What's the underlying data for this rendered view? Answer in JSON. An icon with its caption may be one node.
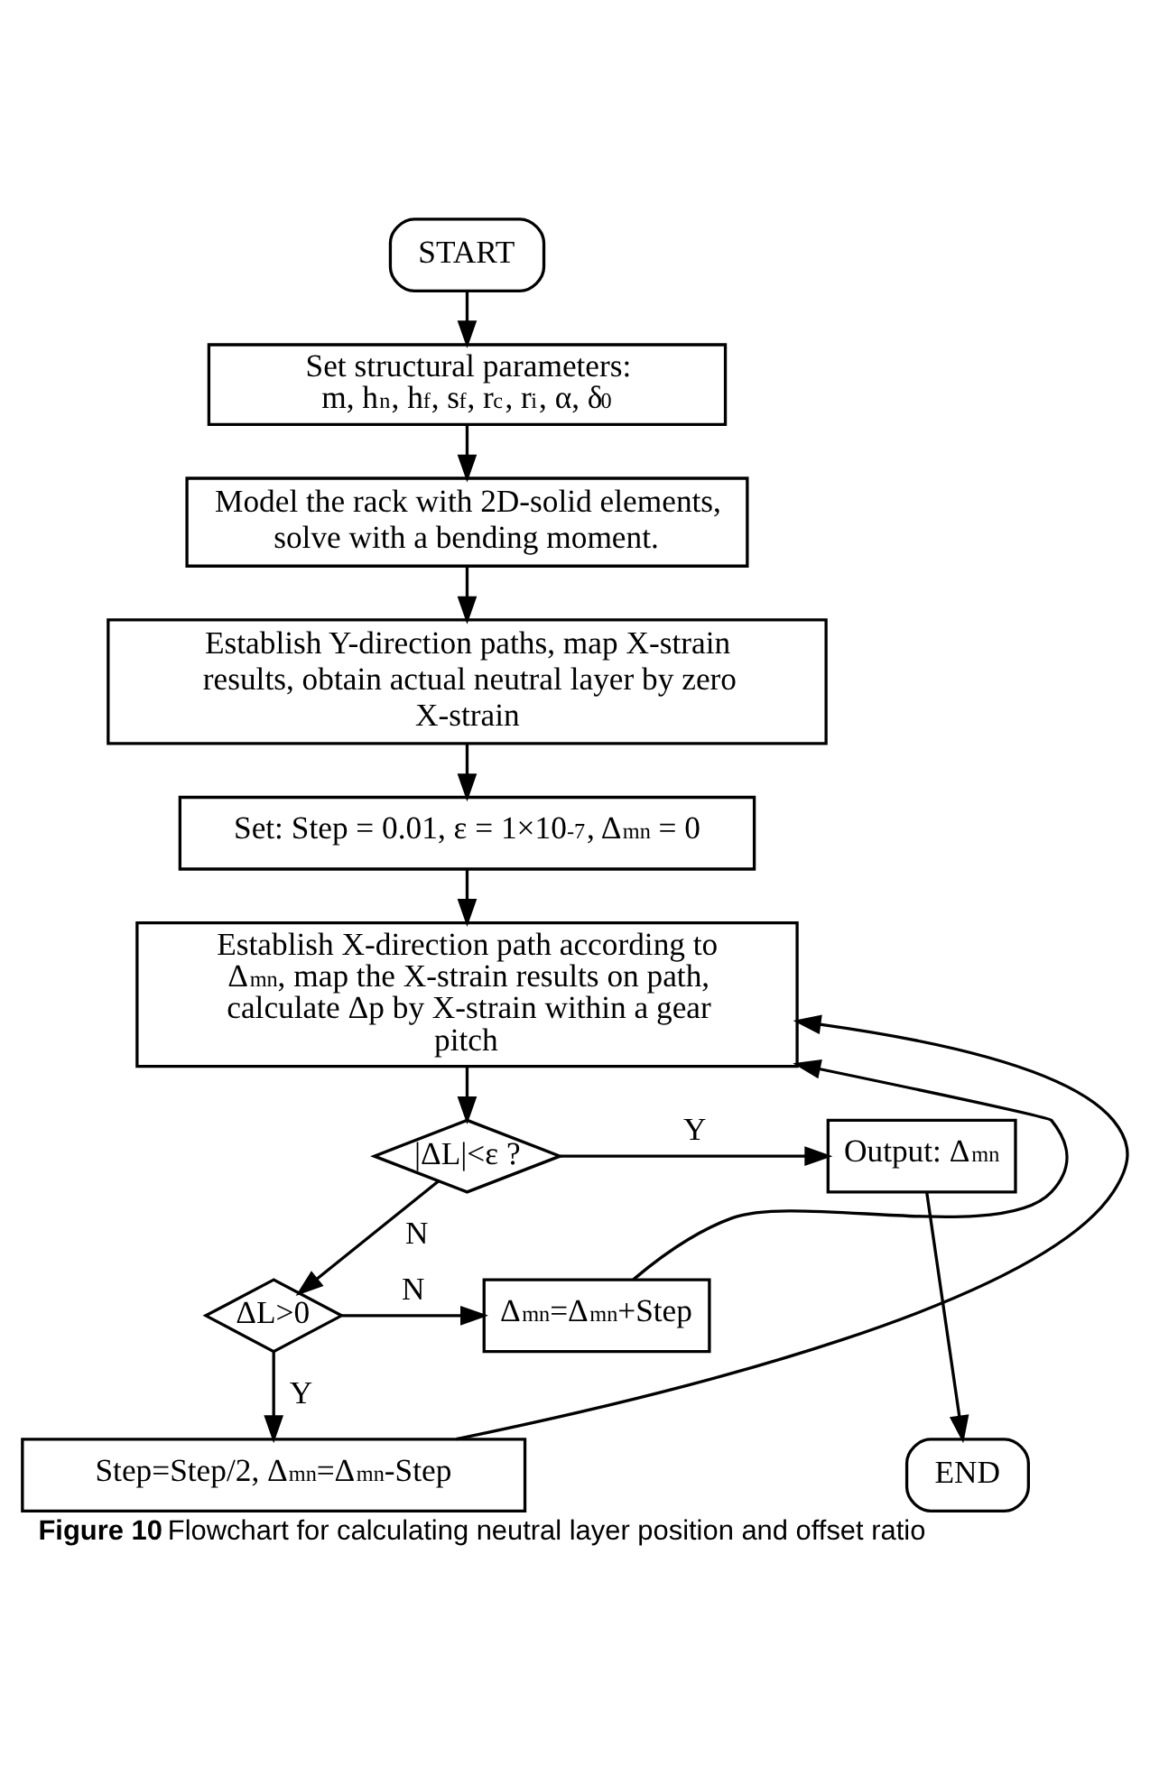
{
  "diagram": {
    "caption": "**Figure 10** Flowchart for calculating neutral layer position and offset ratio",
    "nodes": [
      {
        "text": [
          "START"
        ]
      },
      {
        "text": [
          "Set structural parameters: m, h$_{n}$, h$_{f}$, s$_{f}$, r$_{c}$, r$_{i}$, α, δ$_{0}$"
        ]
      },
      {
        "text": [
          "Model the rack with 2D-solid elements, solve with a bending moment."
        ]
      },
      {
        "text": [
          "Establish Y-direction paths, map X-strain results, obtain actual neutral layer by zero X-strain"
        ]
      },
      {
        "text": [
          "Set: Step = 0.01, ε = 1×10$^{-7}$, Δ$_{mn}$ = 0"
        ]
      },
      {
        "text": [
          "Establish X-direction path according to Δ$_{mn}$, map the X-strain results on path, calculate Δp by X-strain within a gear pitch"
        ]
      },
      {
        "text": [
          "|ΔL|<ε ?"
        ]
      },
      {
        "text": [
          "Output: Δ$_{mn}$"
        ]
      },
      {
        "text": [
          "ΔL>0"
        ]
      },
      {
        "text": [
          "Δ$_{mn}$=Δ$_{mn}$+Step"
        ]
      },
      {
        "text": [
          "Step=Step/2, Δ$_{mn}$=Δ$_{mn}$-Step"
        ]
      },
      {
        "text": [
          "END"
        ]
      }
    ],
    "edges": [
      {
        "from": 0,
        "to": 1,
        "arrow": "to"
      },
      {
        "from": 1,
        "to": 2,
        "arrow": "to"
      },
      {
        "from": 2,
        "to": 3,
        "arrow": "to"
      },
      {
        "from": 3,
        "to": 4,
        "arrow": "to"
      },
      {
        "from": 4,
        "to": 5,
        "arrow": "to"
      },
      {
        "from": 5,
        "to": 6,
        "arrow": "to"
      },
      {
        "from": 6,
        "to": 7,
        "arrow": "to",
        "label": "Y"
      },
      {
        "from": 6,
        "to": 8,
        "arrow": "to",
        "label": "N"
      },
      {
        "from": 8,
        "to": 9,
        "arrow": "to",
        "label": "N"
      },
      {
        "from": 8,
        "to": 10,
        "arrow": "to",
        "label": "Y"
      },
      {
        "from": 9,
        "to": 5,
        "arrow": "to"
      },
      {
        "from": 10,
        "to": 5,
        "arrow": "to"
      },
      {
        "from": 7,
        "to": 11,
        "arrow": "to"
      }
    ]
  }
}
